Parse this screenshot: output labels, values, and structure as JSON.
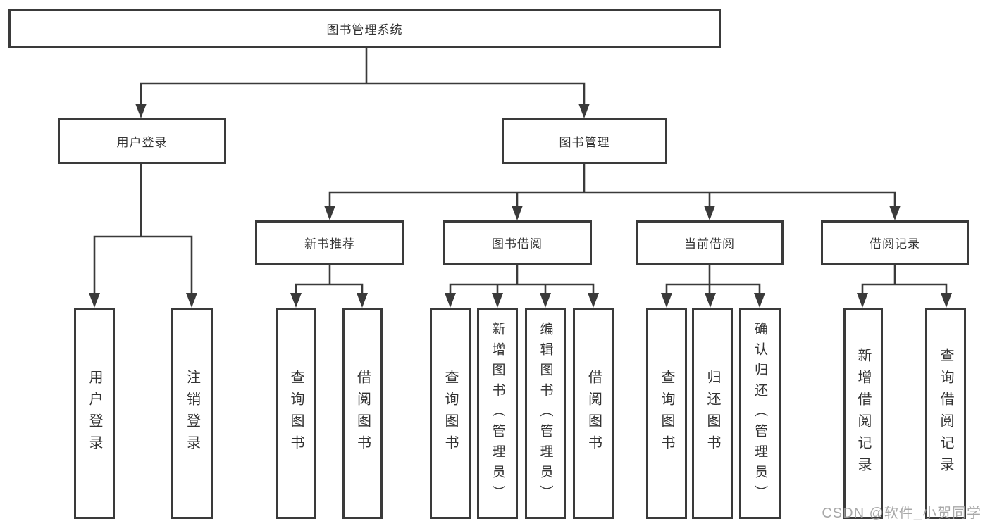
{
  "colors": {
    "line": "#3a3a3a",
    "box_border": "#3a3a3a",
    "text": "#333333",
    "background": "#ffffff",
    "watermark": "#9e9e9e"
  },
  "diagram": {
    "root": {
      "label": "图书管理系统"
    },
    "branches": [
      {
        "label": "用户登录",
        "children": [
          {
            "label": "用户登录"
          },
          {
            "label": "注销登录"
          }
        ]
      },
      {
        "label": "图书管理"
      }
    ],
    "modules": [
      {
        "label": "新书推荐",
        "children": [
          {
            "label": "查询图书"
          },
          {
            "label": "借阅图书"
          }
        ]
      },
      {
        "label": "图书借阅",
        "children": [
          {
            "label": "查询图书"
          },
          {
            "label": "新增图书（管理员）"
          },
          {
            "label": "编辑图书（管理员）"
          },
          {
            "label": "借阅图书"
          }
        ]
      },
      {
        "label": "当前借阅",
        "children": [
          {
            "label": "查询图书"
          },
          {
            "label": "归还图书"
          },
          {
            "label": "确认归还（管理员）"
          }
        ]
      },
      {
        "label": "借阅记录",
        "children": [
          {
            "label": "新增借阅记录"
          },
          {
            "label": "查询借阅记录"
          }
        ]
      }
    ]
  },
  "watermark": {
    "text": "CSDN @软件_小贺同学"
  }
}
